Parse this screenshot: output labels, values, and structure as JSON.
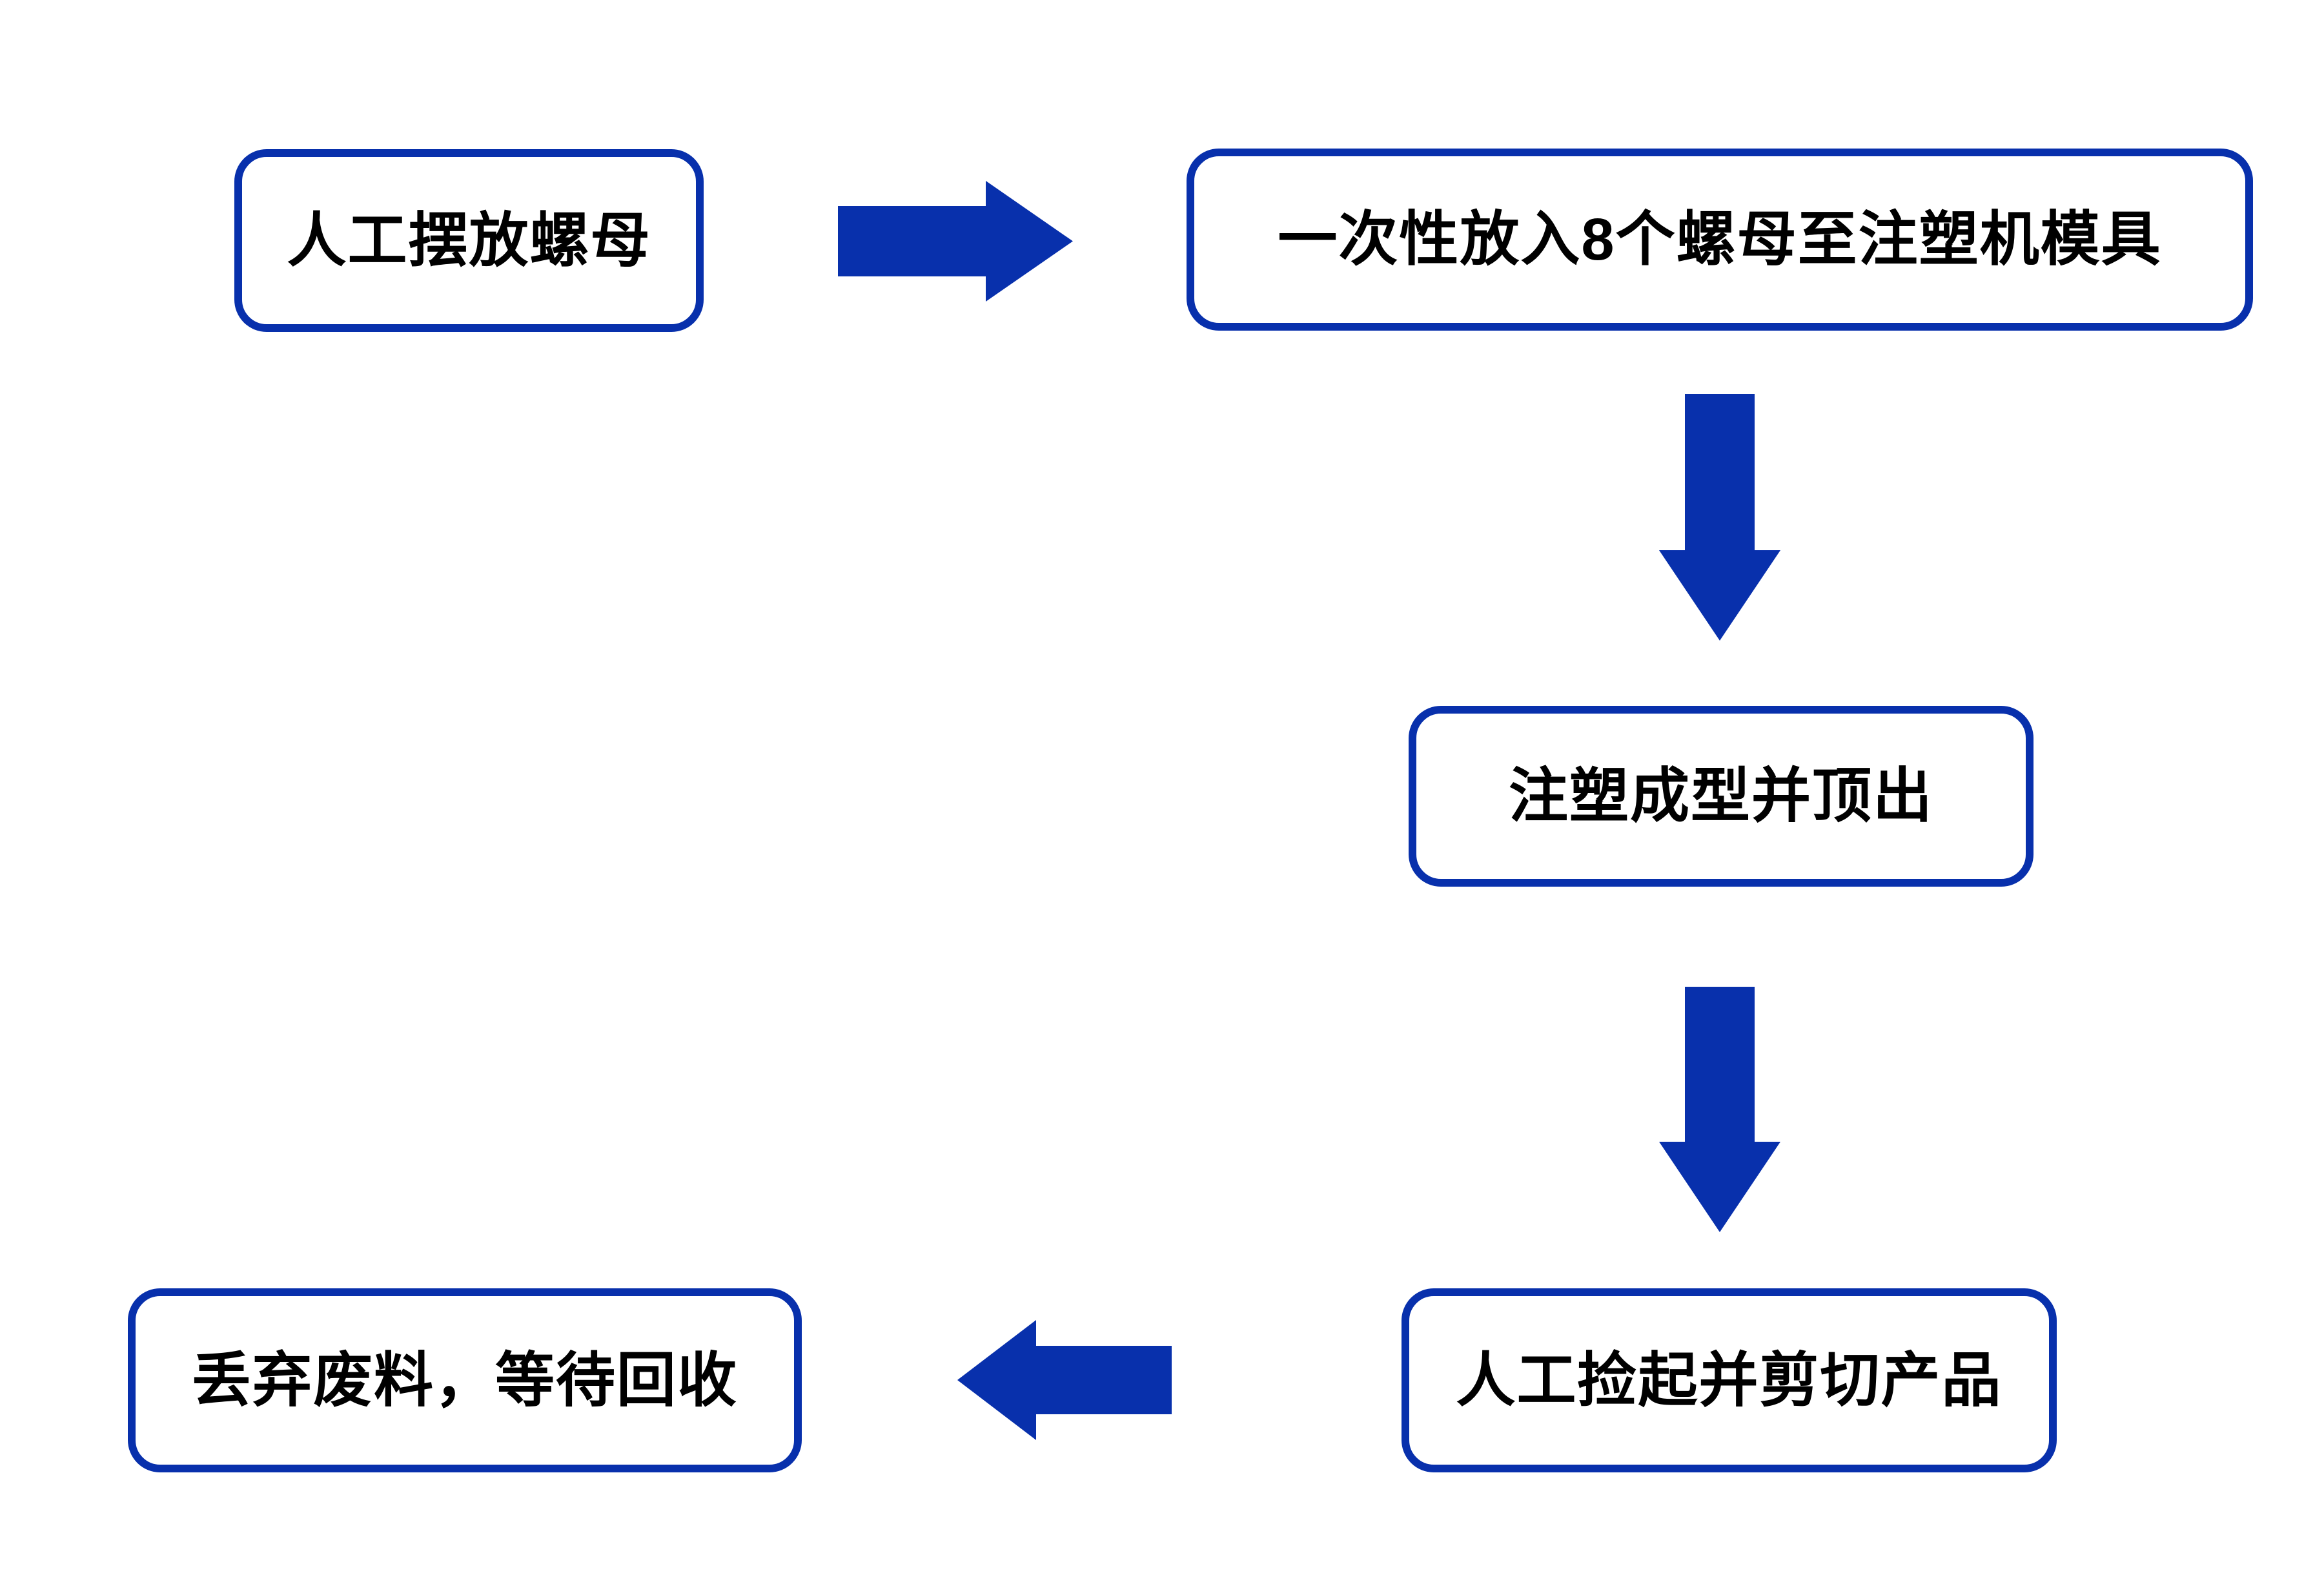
{
  "diagram": {
    "type": "flowchart",
    "accent_color": "#0830AC",
    "text_color": "#000000",
    "background_color": "#FFFFFF",
    "nodes": [
      {
        "id": "step-1",
        "label": "人工摆放螺母"
      },
      {
        "id": "step-2",
        "label": "一次性放入8个螺母至注塑机模具"
      },
      {
        "id": "step-3",
        "label": "注塑成型并顶出"
      },
      {
        "id": "step-4",
        "label": "人工捡起并剪切产品"
      },
      {
        "id": "step-5",
        "label": "丢弃废料，等待回收"
      }
    ],
    "edges": [
      {
        "from": "step-1",
        "to": "step-2",
        "direction": "right"
      },
      {
        "from": "step-2",
        "to": "step-3",
        "direction": "down"
      },
      {
        "from": "step-3",
        "to": "step-4",
        "direction": "down"
      },
      {
        "from": "step-4",
        "to": "step-5",
        "direction": "left"
      }
    ]
  }
}
